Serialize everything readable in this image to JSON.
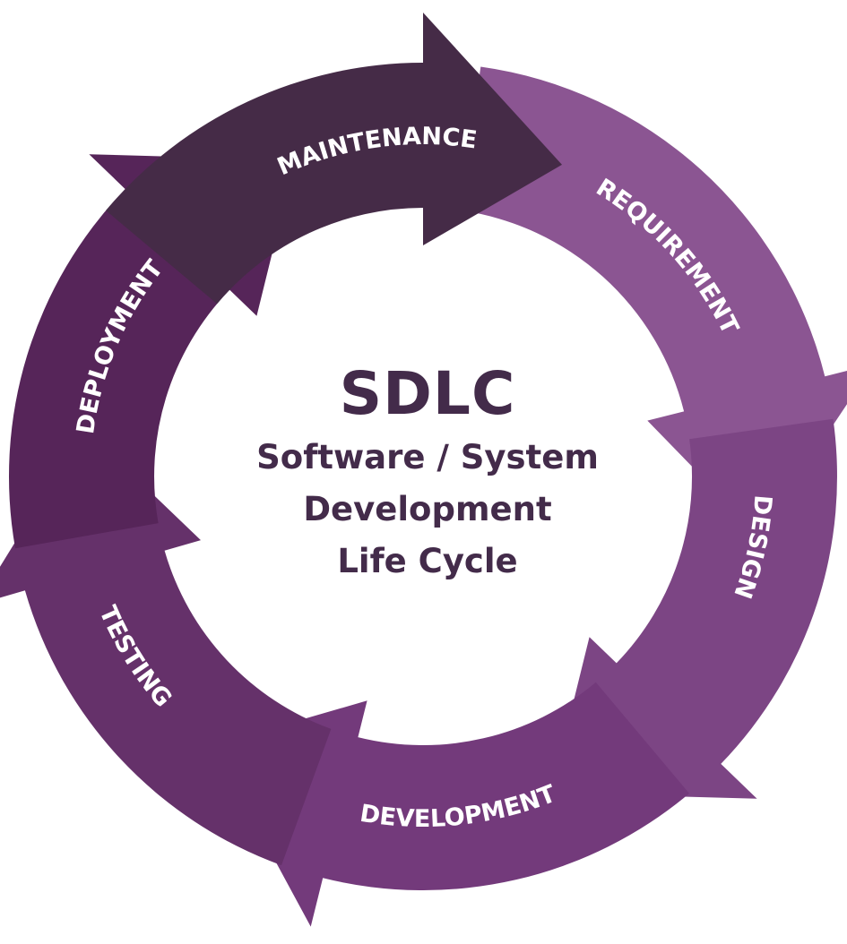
{
  "diagram": {
    "title": "SDLC",
    "subtitle_lines": [
      "Software / System",
      "Development",
      "Life Cycle"
    ],
    "text_color": "#432b4a",
    "stages": [
      {
        "label": "MAINTENANCE",
        "color": "#452b47"
      },
      {
        "label": "REQUIREMENT",
        "color": "#8b5592"
      },
      {
        "label": "DESIGN",
        "color": "#7c4584"
      },
      {
        "label": "DEVELOPMENT",
        "color": "#733a7b"
      },
      {
        "label": "TESTING",
        "color": "#65316a"
      },
      {
        "label": "DEPLOYMENT",
        "color": "#562559"
      }
    ]
  }
}
